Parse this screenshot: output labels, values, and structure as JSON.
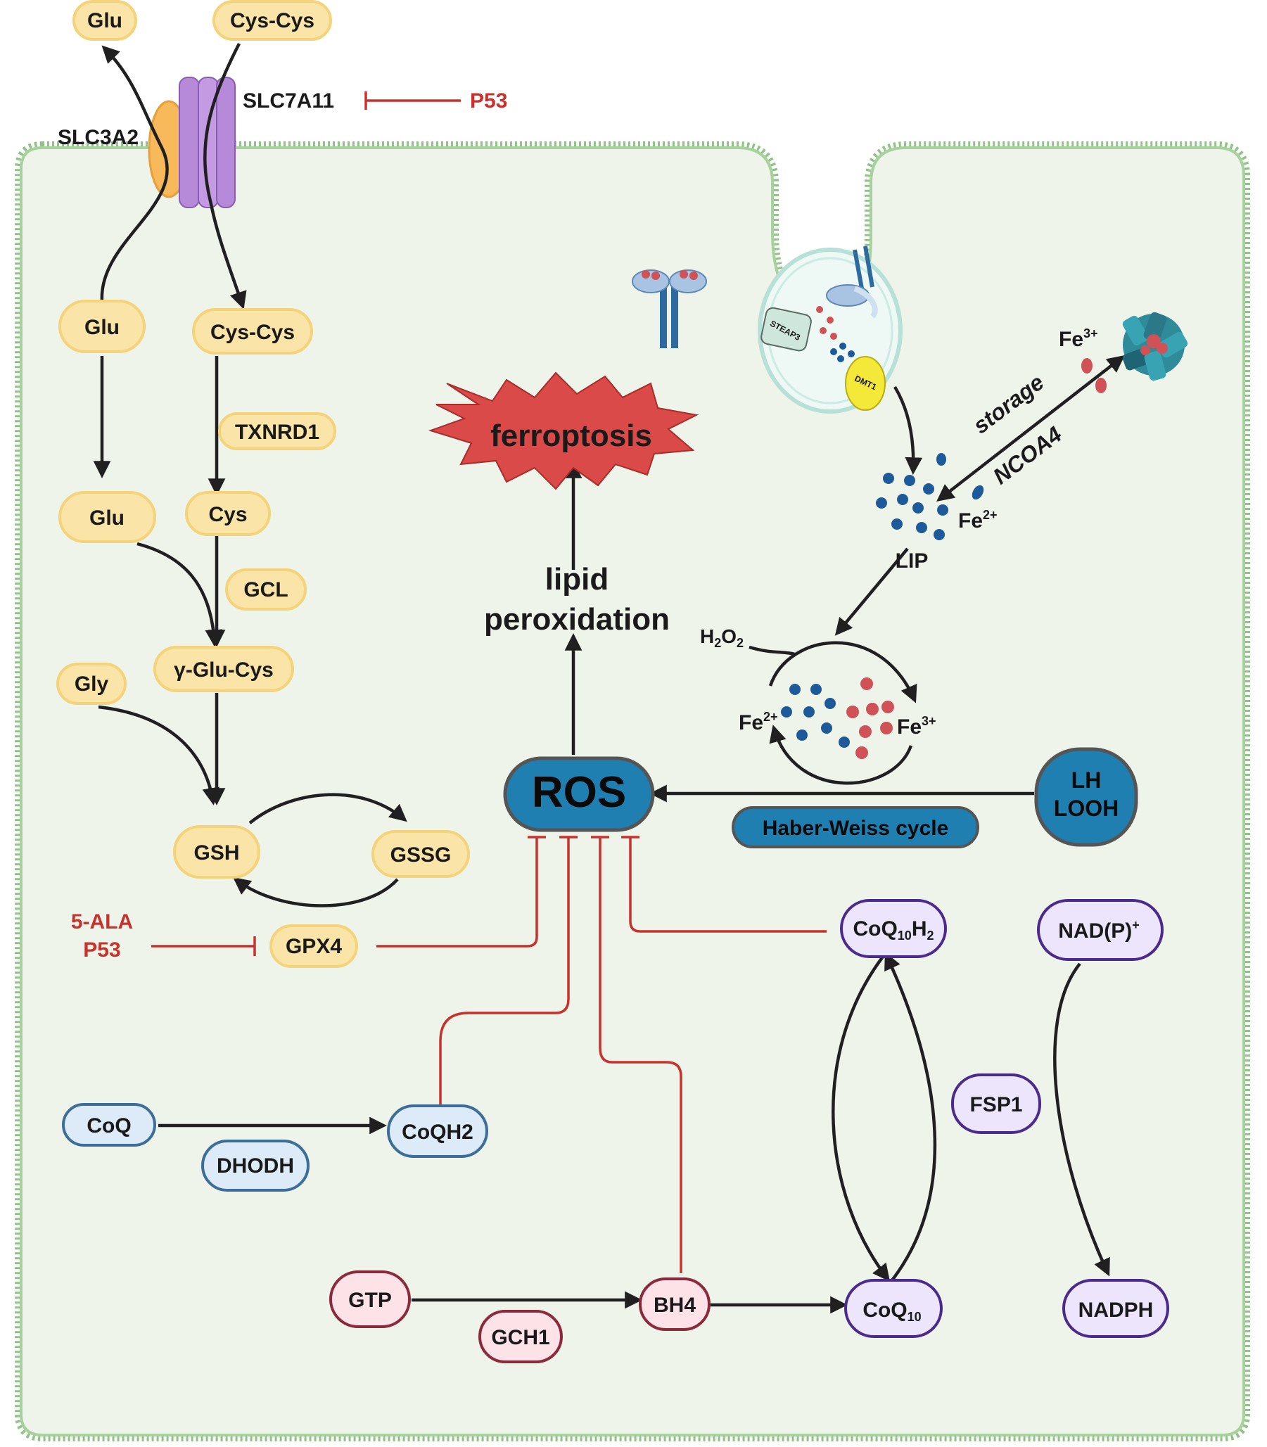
{
  "colors": {
    "membrane": "#8fc486",
    "cytoplasm": "#eef4ea",
    "gsh_node_fill": "#fae4a8",
    "gsh_node_stroke": "#f4d37a",
    "coq_node_fill": "#dcebf7",
    "coq_node_stroke": "#3d6e99",
    "bh4_node_fill": "#fde2e7",
    "bh4_node_stroke": "#8a2a3c",
    "fsp1_node_fill": "#ece5fb",
    "fsp1_node_stroke": "#4a2a8c",
    "ros_fill": "#1e7fb0",
    "inhibitor_red": "#c8322c",
    "arrow": "#202020",
    "ferroptosis_fill": "#d94a48",
    "fe2_dot": "#1d5a99",
    "fe3_dot": "#d05257"
  },
  "transporter": {
    "slc7a11": "SLC7A11",
    "slc3a2": "SLC3A2",
    "p53": "P53"
  },
  "nodes": {
    "glu_out": "Glu",
    "cyscys_out": "Cys-Cys",
    "glu_in": "Glu",
    "cyscys_in": "Cys-Cys",
    "txnrd1": "TXNRD1",
    "glu2": "Glu",
    "cys": "Cys",
    "gcl": "GCL",
    "gluCys": "γ-Glu-Cys",
    "gly": "Gly",
    "gsh": "GSH",
    "gssg": "GSSG",
    "gpx4": "GPX4",
    "inhib_5ala": "5-ALA",
    "inhib_p53": "P53",
    "ferroptosis": "ferroptosis",
    "lipid_peroxidation_1": "lipid",
    "lipid_peroxidation_2": "peroxidation",
    "ros": "ROS",
    "haber_weiss": "Haber-Weiss cycle",
    "lh": "LH",
    "looh": "LOOH",
    "coq": "CoQ",
    "dhodh": "DHODH",
    "coqh2": "CoQH2",
    "gtp": "GTP",
    "gch1": "GCH1",
    "bh4": "BH4",
    "coq10h2": {
      "base": "CoQ",
      "sub1": "10",
      "mid": "H",
      "sub2": "2"
    },
    "coq10": {
      "base": "CoQ",
      "sub": "10"
    },
    "fsp1": "FSP1",
    "nadp": {
      "base": "NAD(P)",
      "sup": "+"
    },
    "nadph": "NADPH"
  },
  "iron": {
    "steap3": "STEAP3",
    "dmt1": "DMT1",
    "fe3_top": {
      "base": "Fe",
      "sup": "3+"
    },
    "storage": "storage",
    "ncoa4": "NCOA4",
    "fe2_lip": {
      "base": "Fe",
      "sup": "2+"
    },
    "lip": "LIP",
    "h2o2": {
      "base": "H",
      "sub": "2",
      "mid": "O",
      "sub2": "2"
    },
    "fe2_cycle": {
      "base": "Fe",
      "sup": "2+"
    },
    "fe3_cycle": {
      "base": "Fe",
      "sup": "3+"
    }
  }
}
